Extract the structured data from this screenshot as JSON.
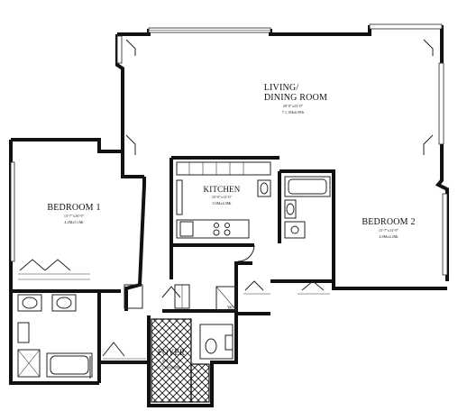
{
  "rooms": {
    "living": {
      "name_line1": "LIVING/",
      "name_line2": "DINING ROOM",
      "dims_imperial": "20'-0\"x23'-0\"",
      "dims_metric": "7.1.1Mx6.9Mt"
    },
    "kitchen": {
      "name": "KITCHEN",
      "dims_imperial": "10'-0\"x13'-0\"",
      "dims_metric": "3.0Mx4.0Mt"
    },
    "bedroom1": {
      "name": "BEDROOM 1",
      "dims_imperial": "13'-7\"x16'-9\"",
      "dims_metric": "4.2Mx5.1Mt"
    },
    "bedroom2": {
      "name": "BEDROOM 2",
      "dims_imperial": "15'-7\"x13'-9\"",
      "dims_metric": "4.8Mx4.2Mt"
    },
    "foyer": {
      "name": "FOYER",
      "dims_imperial": "8'-4\"x12'-5\"",
      "dims_metric": "2.5Mx3.8Mt"
    },
    "wd": {
      "label": "W/D"
    }
  }
}
